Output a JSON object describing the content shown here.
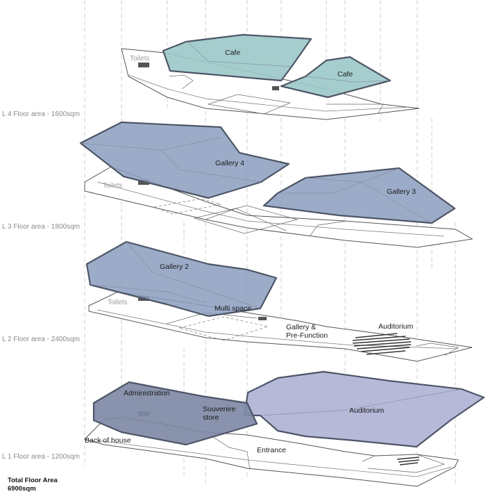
{
  "colors": {
    "cafe": "#9cc8c8",
    "gallery": "#8b9ebe",
    "l1_dark": "#7f8aa6",
    "l1_auditorium": "#b1b3d6",
    "outline": "#4d5566"
  },
  "floors": {
    "l4": {
      "label": "L 4 Floor area - 1600sqm",
      "rooms": {
        "cafe_a": "Cafe",
        "cafe_b": "Cafe",
        "toilets": "Toilets"
      }
    },
    "l3": {
      "label": "L 3 Floor area - 1800sqm",
      "rooms": {
        "gallery4": "Gallery 4",
        "gallery3": "Gallery 3",
        "toilets": "Toilets"
      }
    },
    "l2": {
      "label": "L 2 Floor area - 2400sqm",
      "rooms": {
        "gallery2": "Gallery 2",
        "toilets": "Toilets",
        "multi_space": "Multi space",
        "gallery_pf_1": "Gallery &",
        "gallery_pf_2": "Pre-Function",
        "auditorium": "Auditorium"
      }
    },
    "l1": {
      "label": "L 1 Floor area - 1200sqm",
      "rooms": {
        "administration": "Administration",
        "souvenire_1": "Souvenire",
        "souvenire_2": "store",
        "back_of_house": "Back of house",
        "entrance": "Entrance",
        "auditorium": "Auditorium"
      }
    }
  },
  "total": {
    "title": "Total Floor Area",
    "value": "6900sqm"
  }
}
